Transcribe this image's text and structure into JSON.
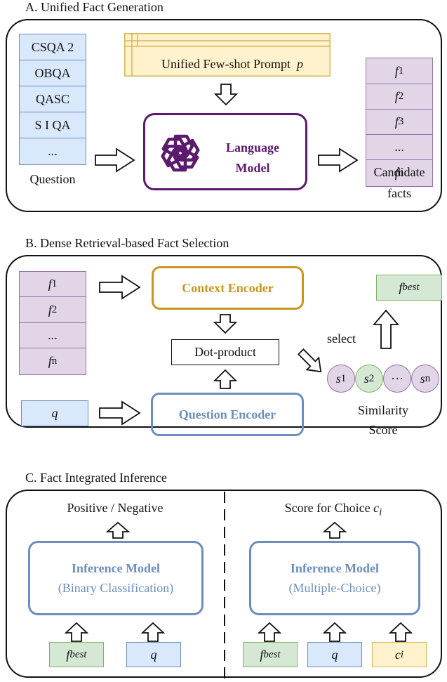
{
  "section_a": {
    "title": "A. Unified Fact Generation",
    "datasets": [
      "CSQA 2",
      "OBQA",
      "QASC",
      "S I QA",
      "..."
    ],
    "question_label": "Question",
    "prompt_label": "Unified Few-shot Prompt",
    "prompt_var": "p",
    "model_label_line1": "Language",
    "model_label_line2": "Model",
    "facts": [
      {
        "base": "f",
        "sub": "1"
      },
      {
        "base": "f",
        "sub": "2"
      },
      {
        "base": "f",
        "sub": "3"
      },
      {
        "base": "...",
        "sub": ""
      },
      {
        "base": "f",
        "sub": "n"
      }
    ],
    "candidate_label_line1": "Candidate",
    "candidate_label_line2": "facts"
  },
  "section_b": {
    "title": "B. Dense Retrieval-based Fact Selection",
    "facts": [
      {
        "base": "f",
        "sub": "1"
      },
      {
        "base": "f",
        "sub": "2"
      },
      {
        "base": "...",
        "sub": ""
      },
      {
        "base": "f",
        "sub": "n"
      }
    ],
    "query_base": "q",
    "context_encoder": "Context Encoder",
    "question_encoder": "Question Encoder",
    "dot_product": "Dot-product",
    "best_base": "f",
    "best_sub": "best",
    "select_label": "select",
    "scores": [
      {
        "base": "s",
        "sub": "1"
      },
      {
        "base": "s",
        "sub": "2"
      },
      {
        "base": "···",
        "sub": ""
      },
      {
        "base": "s",
        "sub": "n"
      }
    ],
    "similarity_line1": "Similarity",
    "similarity_line2": "Score"
  },
  "section_c": {
    "title": "C. Fact Integrated Inference",
    "left_output": "Positive / Negative",
    "left_model_line1": "Inference Model",
    "left_model_line2": "(Binary Classification)",
    "right_output": "Score for Choice",
    "right_output_var_base": "c",
    "right_output_var_sub": "i",
    "right_model_line1": "Inference Model",
    "right_model_line2": "(Multiple-Choice)",
    "left_inputs": [
      {
        "base": "f",
        "sub": "best"
      },
      {
        "base": "q",
        "sub": ""
      }
    ],
    "right_inputs": [
      {
        "base": "f",
        "sub": "best"
      },
      {
        "base": "q",
        "sub": ""
      },
      {
        "base": "c",
        "sub": "i"
      }
    ]
  },
  "colors": {
    "blue_fill": "#dae8fc",
    "blue_stroke": "#6c8ebf",
    "purple_fill": "#e1d5e7",
    "purple_stroke": "#9673a6",
    "yellow_fill": "#fff2cc",
    "yellow_stroke": "#d6b656",
    "green_fill": "#d5e8d4",
    "green_stroke": "#82b366",
    "language_model": "#5b1a6e",
    "context_encoder": "#c8961a",
    "inference_encoder": "#6c8ebf"
  },
  "icons": {
    "language_model_logo": "openai-knot-icon"
  }
}
